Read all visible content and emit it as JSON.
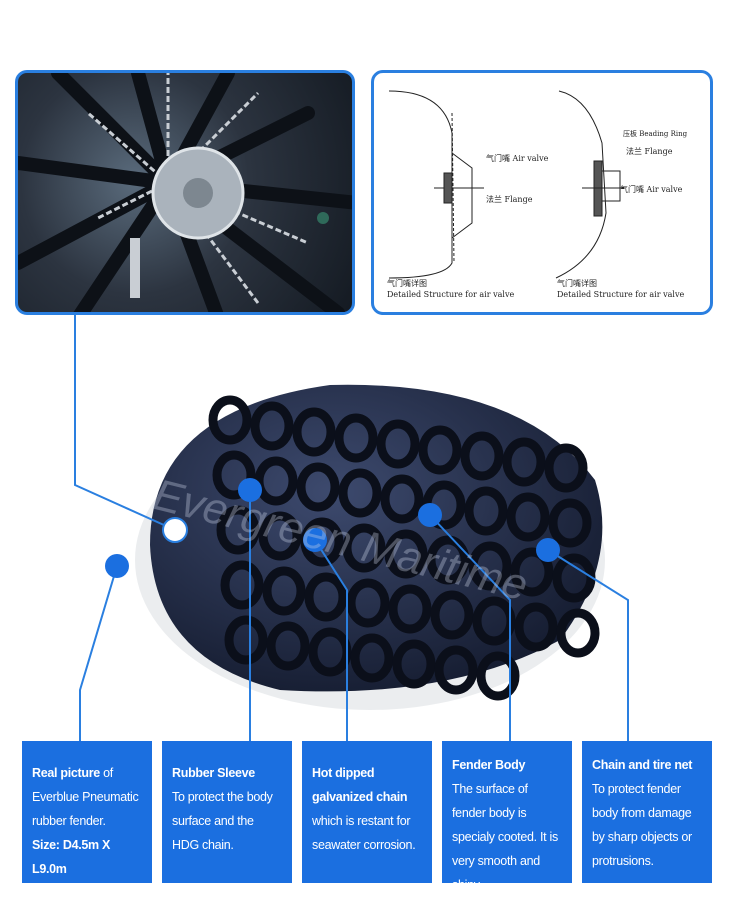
{
  "accent_color": "#1b6fe0",
  "watermark": "Evergreen Maritime",
  "diagram": {
    "left": {
      "air_valve": "气门嘴 Air valve",
      "flange": "法兰 Flange",
      "caption_cn": "气门嘴详图",
      "caption_en": "Detailed Structure for air valve"
    },
    "right": {
      "beading_ring": "压板 Beading Ring",
      "flange": "法兰 Flange",
      "air_valve": "气门嘴 Air valve",
      "caption_cn": "气门嘴详图",
      "caption_en": "Detailed Structure for air valve"
    }
  },
  "boxes": [
    {
      "title": "Real picture",
      "title_suffix": " of",
      "body": "Everblue Pneumatic rubber fender.",
      "extra": "Size: D4.5m X L9.0m"
    },
    {
      "title": "Rubber Sleeve",
      "body": "To protect the body surface and the HDG chain."
    },
    {
      "title": "Hot dipped galvanized chain",
      "body": "which is restant for seawater corrosion."
    },
    {
      "title": "Fender Body",
      "body": "The surface of fender body is specialy cooted. It is very smooth and shiny."
    },
    {
      "title": "Chain and tire net",
      "body": "To protect fender body from damage by sharp objects or protrusions."
    }
  ]
}
